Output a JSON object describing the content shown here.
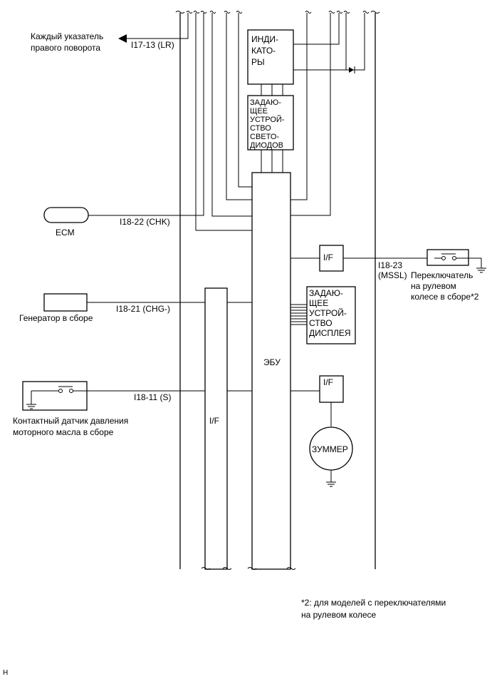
{
  "left_labels": {
    "turn_signal": [
      "Каждый указатель",
      "правого поворота"
    ],
    "ecm": "ECM",
    "alternator": "Генератор в сборе",
    "oil_switch": [
      "Контактный датчик давления",
      "моторного масла в сборе"
    ]
  },
  "connectors": {
    "lr": "I17-13 (LR)",
    "chk": "I18-22 (CHK)",
    "chg": "I18-21 (CHG-)",
    "s": "I18-11 (S)",
    "mssl": [
      "I18-23",
      "(MSSL)"
    ]
  },
  "blocks": {
    "indicators": [
      "ИНДИ-",
      "КАТО-",
      "РЫ"
    ],
    "led_driver": [
      "ЗАДАЮ-",
      "ЩЕЕ",
      "УСТРОЙ-",
      "СТВО",
      "СВЕТО-",
      "ДИОДОВ"
    ],
    "ecu": "ЭБУ",
    "display_driver": [
      "ЗАДАЮ-",
      "ЩЕЕ",
      "УСТРОЙ-",
      "СТВО",
      "ДИСПЛЕЯ"
    ],
    "if_left": "I/F",
    "if_top": "I/F",
    "if_bottom": "I/F",
    "buzzer": "ЗУММЕР"
  },
  "right_labels": {
    "steering_switch": [
      "Переключатель",
      "на рулевом",
      "колесе в сборе*2"
    ]
  },
  "footnote": [
    "*2: для моделей с переключателями",
    "на рулевом колесе"
  ],
  "corner_mark": "H"
}
